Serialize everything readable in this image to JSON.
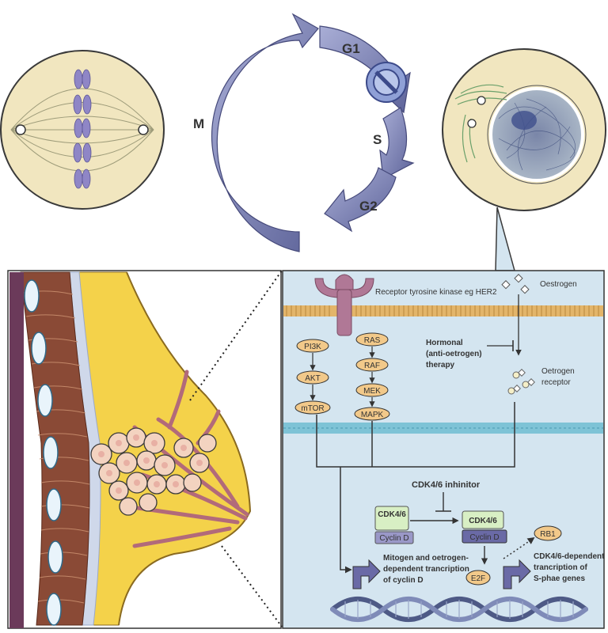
{
  "cell_cycle": {
    "phases": {
      "m": "M",
      "g1": "G1",
      "s": "S",
      "g2": "G2"
    }
  },
  "pathway": {
    "receptor_label": "Receptor tyrosine kinase eg HER2",
    "oestrogen_label": "Oestrogen",
    "pi3k_chain": [
      "PI3K",
      "AKT",
      "mTOR"
    ],
    "ras_chain": [
      "RAS",
      "RAF",
      "MEK",
      "MAPK"
    ],
    "hormonal_therapy": [
      "Hormonal",
      "(anti-oetrogen)",
      "therapy"
    ],
    "receptor_complex": [
      "Oetrogen",
      "receptor"
    ],
    "inhibitor_label": "CDK4/6 inhinitor",
    "cdk_left": "CDK4/6",
    "cyclin_left": "Cyclin D",
    "cdk_right": "CDK4/6",
    "cyclin_right": "Cyclin D",
    "rb1": "RB1",
    "e2f": "E2F",
    "transcription_left": [
      "Mitogen and oetrogen-",
      "dependent trancription",
      "of cyclin D"
    ],
    "transcription_right": [
      "CDK4/6-dependent",
      "trancription of",
      "S-phae genes"
    ]
  },
  "colors": {
    "arrow_blue": "#7b82b8",
    "cell_fill": "#f1e6bf",
    "chromosome": "#8f86c6",
    "panel_bg": "#d4e5f0",
    "membrane": "#e3b56a",
    "nuclear_membrane": "#7ec3d6",
    "kinase_node": "#f2c98a",
    "receptor": "#b07896",
    "fat": "#f4d24a",
    "muscle": "#8a4a36"
  }
}
